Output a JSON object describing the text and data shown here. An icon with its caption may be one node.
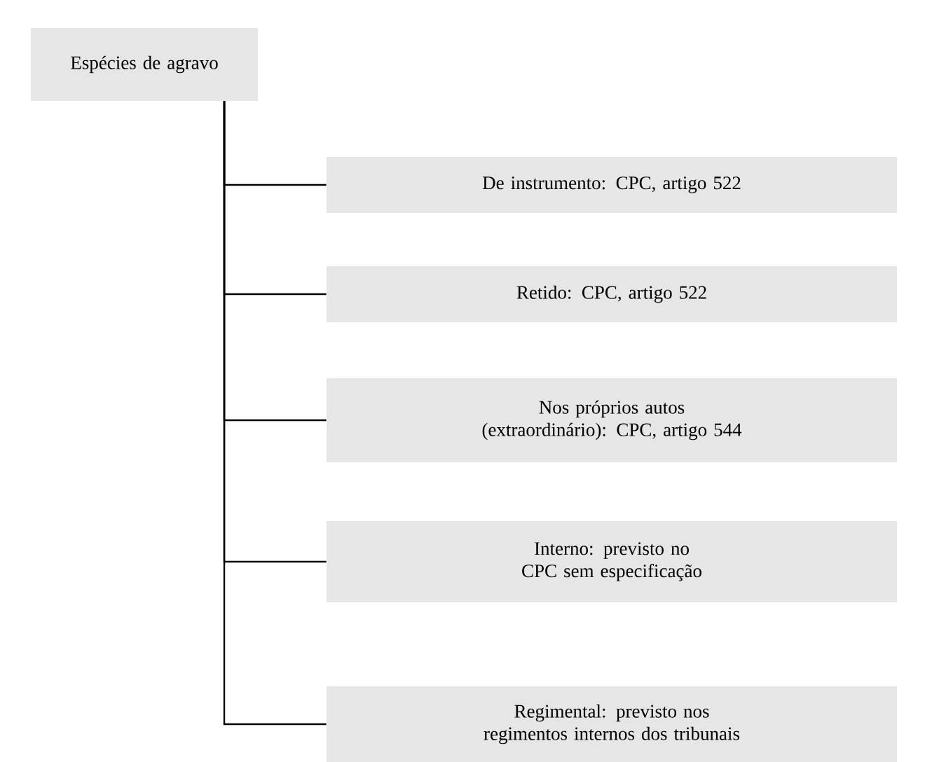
{
  "diagram": {
    "nodes": [
      {
        "text": [
          "Espécies de agravo"
        ]
      },
      {
        "text": [
          "De instrumento: CPC, artigo 522"
        ]
      },
      {
        "text": [
          "Retido: CPC, artigo 522"
        ]
      },
      {
        "text": [
          "Nos próprios autos (extraordinário): CPC, artigo 544"
        ]
      },
      {
        "text": [
          "Interno: previsto no CPC sem especificação"
        ]
      },
      {
        "text": [
          "Regimental: previsto nos regimentos internos dos tribunais"
        ]
      }
    ],
    "edges": [
      {
        "from": 0,
        "to": 1,
        "arrow": "none"
      },
      {
        "from": 0,
        "to": 2,
        "arrow": "none"
      },
      {
        "from": 0,
        "to": 3,
        "arrow": "none"
      },
      {
        "from": 0,
        "to": 4,
        "arrow": "none"
      },
      {
        "from": 0,
        "to": 5,
        "arrow": "none"
      }
    ]
  }
}
